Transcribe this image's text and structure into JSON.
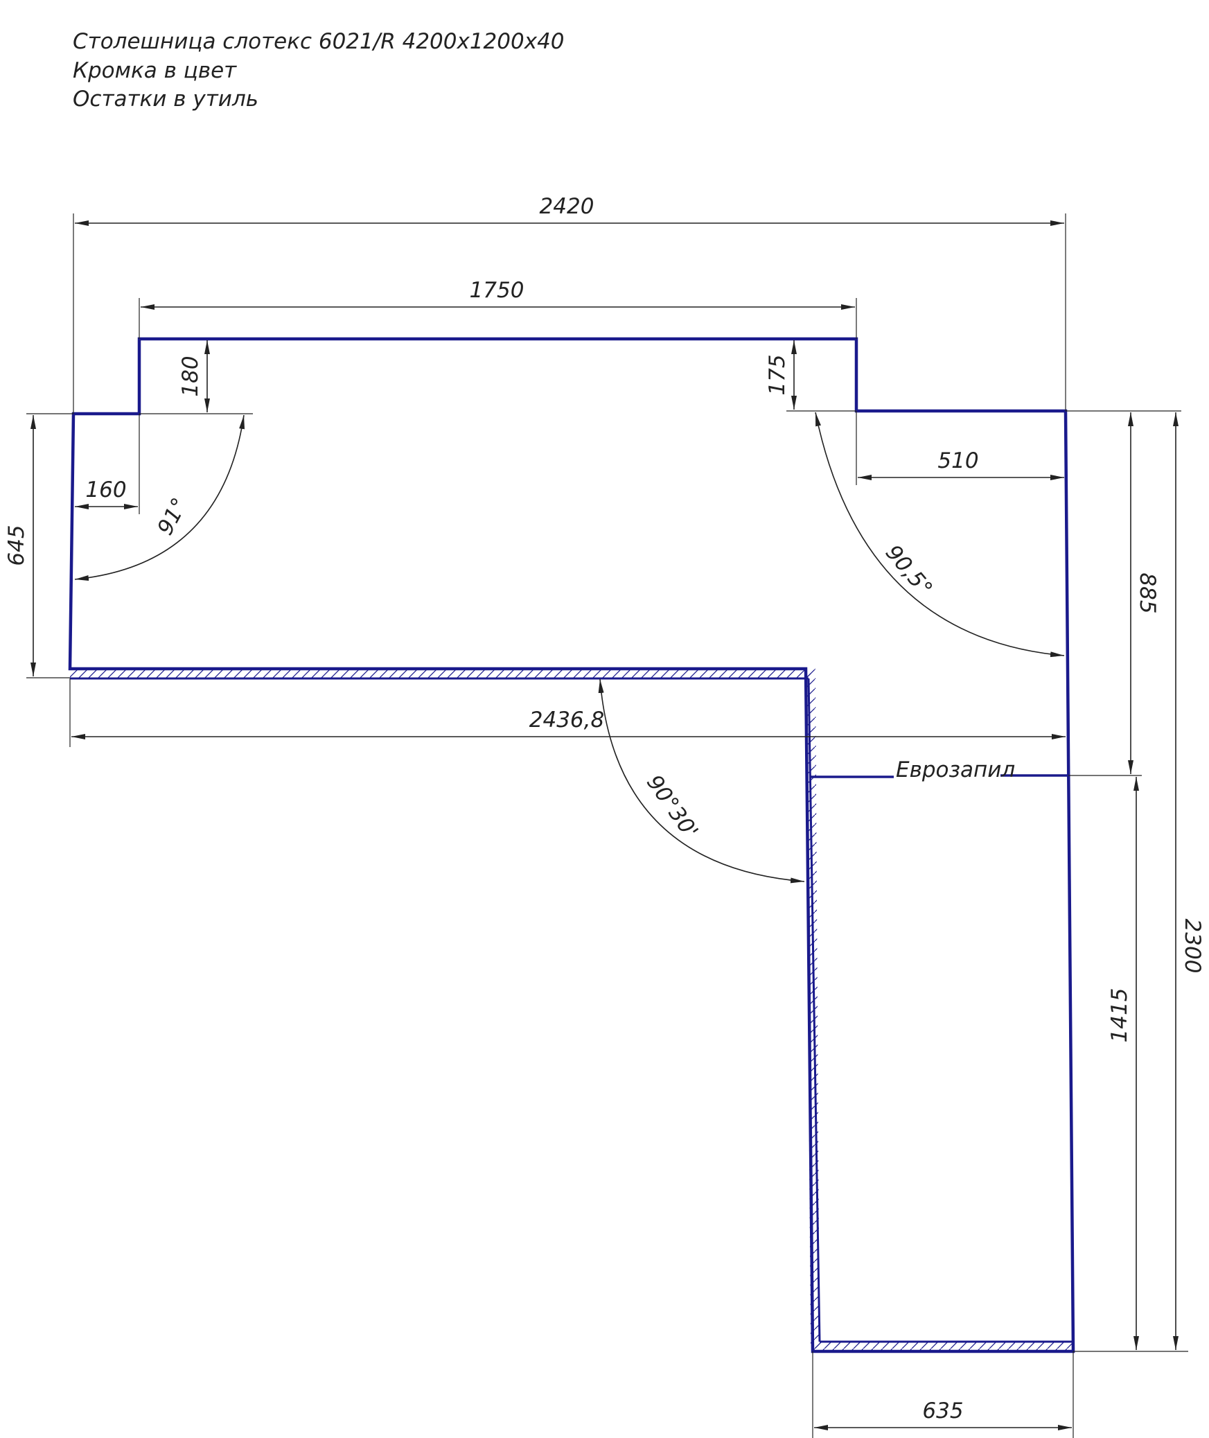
{
  "notes": [
    "Столешница слотекс 6021/R 4200х1200х40",
    "Кромка в цвет",
    "Остатки в утиль"
  ],
  "dimensions": {
    "overall_width": "2420",
    "inner_width": "1750",
    "left_step_height": "180",
    "right_step_height": "175",
    "left_step_width": "160",
    "right_step_width": "510",
    "left_depth": "645",
    "right_upper_depth": "885",
    "right_lower_depth": "1415",
    "overall_height": "2300",
    "bottom_edge_length": "2436,8",
    "bottom_width": "635"
  },
  "angles": {
    "left": "91°",
    "right": "90,5°",
    "inner": "90°30'"
  },
  "joint_label": "Еврозапил",
  "colors": {
    "outline": "#1a1a8c",
    "dimension_lines": "#222222"
  }
}
